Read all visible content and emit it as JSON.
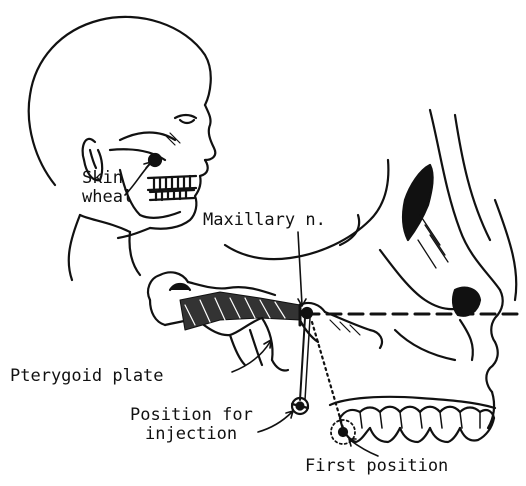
{
  "labels": {
    "skin": "Skin",
    "wheal": "wheal",
    "maxillary": "Maxillary n.",
    "pterygoid": "Pterygoid plate",
    "position_for": "Position for",
    "injection": "injection",
    "first_position": "First position"
  },
  "colors": {
    "ink": "#111111",
    "paper": "#ffffff"
  }
}
